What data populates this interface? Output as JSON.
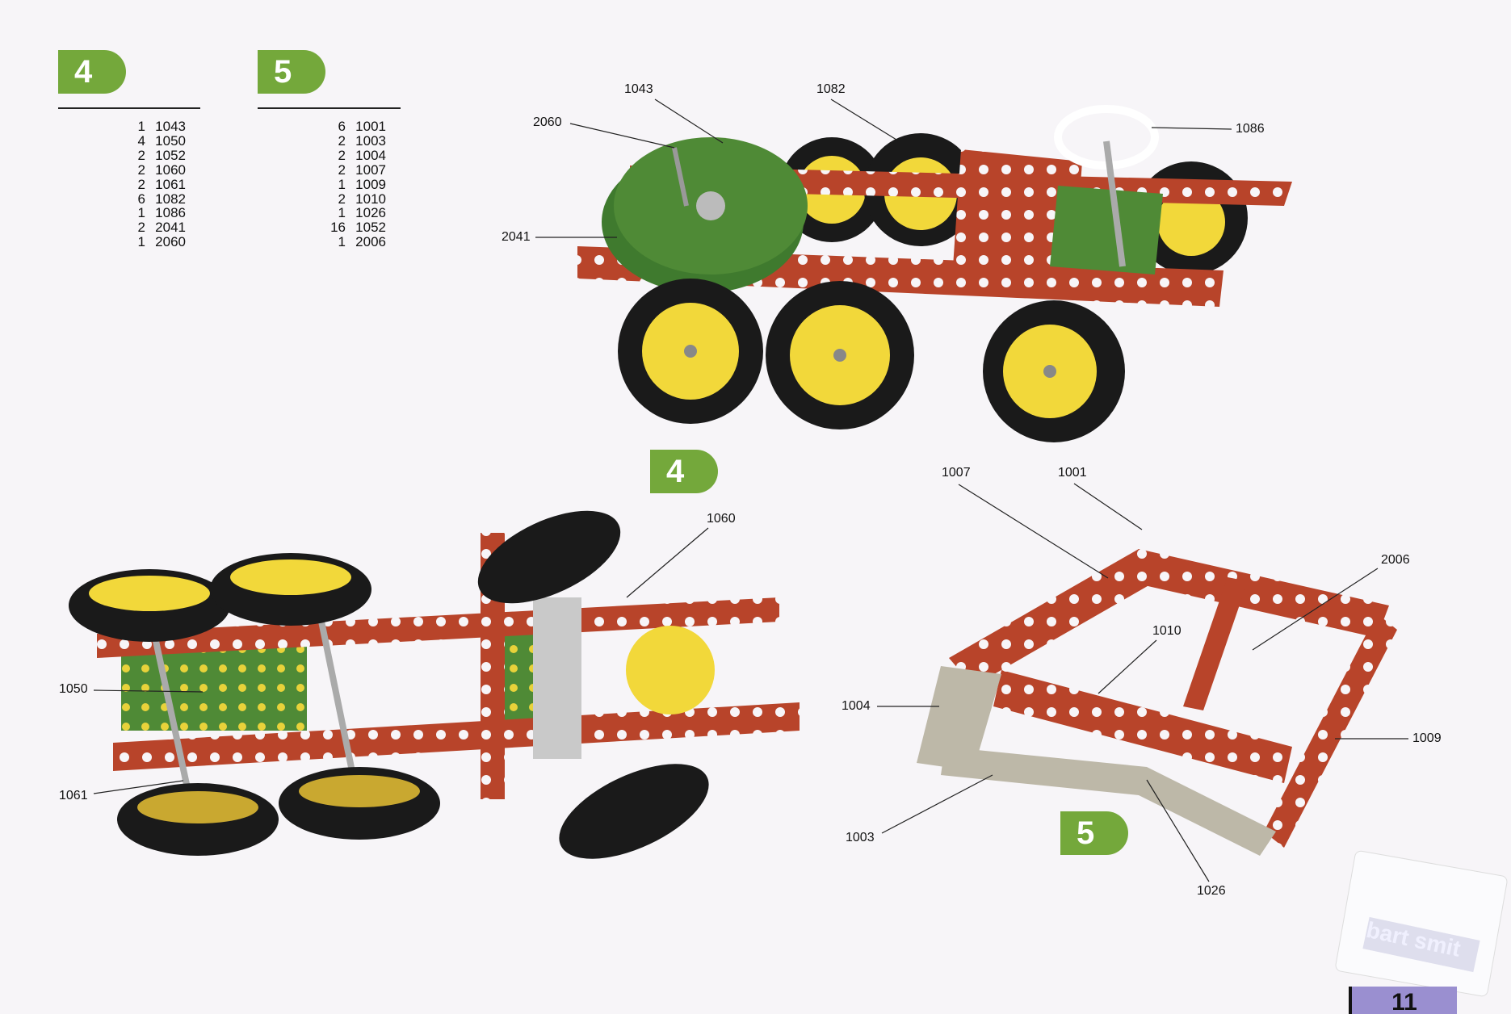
{
  "models": [
    {
      "badge": "4",
      "parts": [
        {
          "qty": "1",
          "part": "1043"
        },
        {
          "qty": "4",
          "part": "1050"
        },
        {
          "qty": "2",
          "part": "1052"
        },
        {
          "qty": "2",
          "part": "1060"
        },
        {
          "qty": "2",
          "part": "1061"
        },
        {
          "qty": "6",
          "part": "1082"
        },
        {
          "qty": "1",
          "part": "1086"
        },
        {
          "qty": "2",
          "part": "2041"
        },
        {
          "qty": "1",
          "part": "2060"
        }
      ]
    },
    {
      "badge": "5",
      "parts": [
        {
          "qty": "6",
          "part": "1001"
        },
        {
          "qty": "2",
          "part": "1003"
        },
        {
          "qty": "2",
          "part": "1004"
        },
        {
          "qty": "2",
          "part": "1007"
        },
        {
          "qty": "1",
          "part": "1009"
        },
        {
          "qty": "2",
          "part": "1010"
        },
        {
          "qty": "1",
          "part": "1026"
        },
        {
          "qty": "16",
          "part": "1052"
        },
        {
          "qty": "1",
          "part": "2006"
        }
      ]
    }
  ],
  "callouts": {
    "top": {
      "c1043": "1043",
      "c1082": "1082",
      "c2060": "2060",
      "c1086": "1086",
      "c2041": "2041"
    },
    "bottom_left": {
      "badge": "4",
      "c1060": "1060",
      "c1050": "1050",
      "c1061": "1061"
    },
    "bottom_right": {
      "badge": "5",
      "c1007": "1007",
      "c1001": "1001",
      "c2006": "2006",
      "c1010": "1010",
      "c1004": "1004",
      "c1009": "1009",
      "c1003": "1003",
      "c1026": "1026"
    }
  },
  "footer": {
    "watermark": "bart smit",
    "page_number": "11"
  },
  "colors": {
    "badge": "#74a83b",
    "strip_red": "#b8442a",
    "plate_green": "#4f8a36",
    "wheel_yellow": "#f2d83a"
  }
}
